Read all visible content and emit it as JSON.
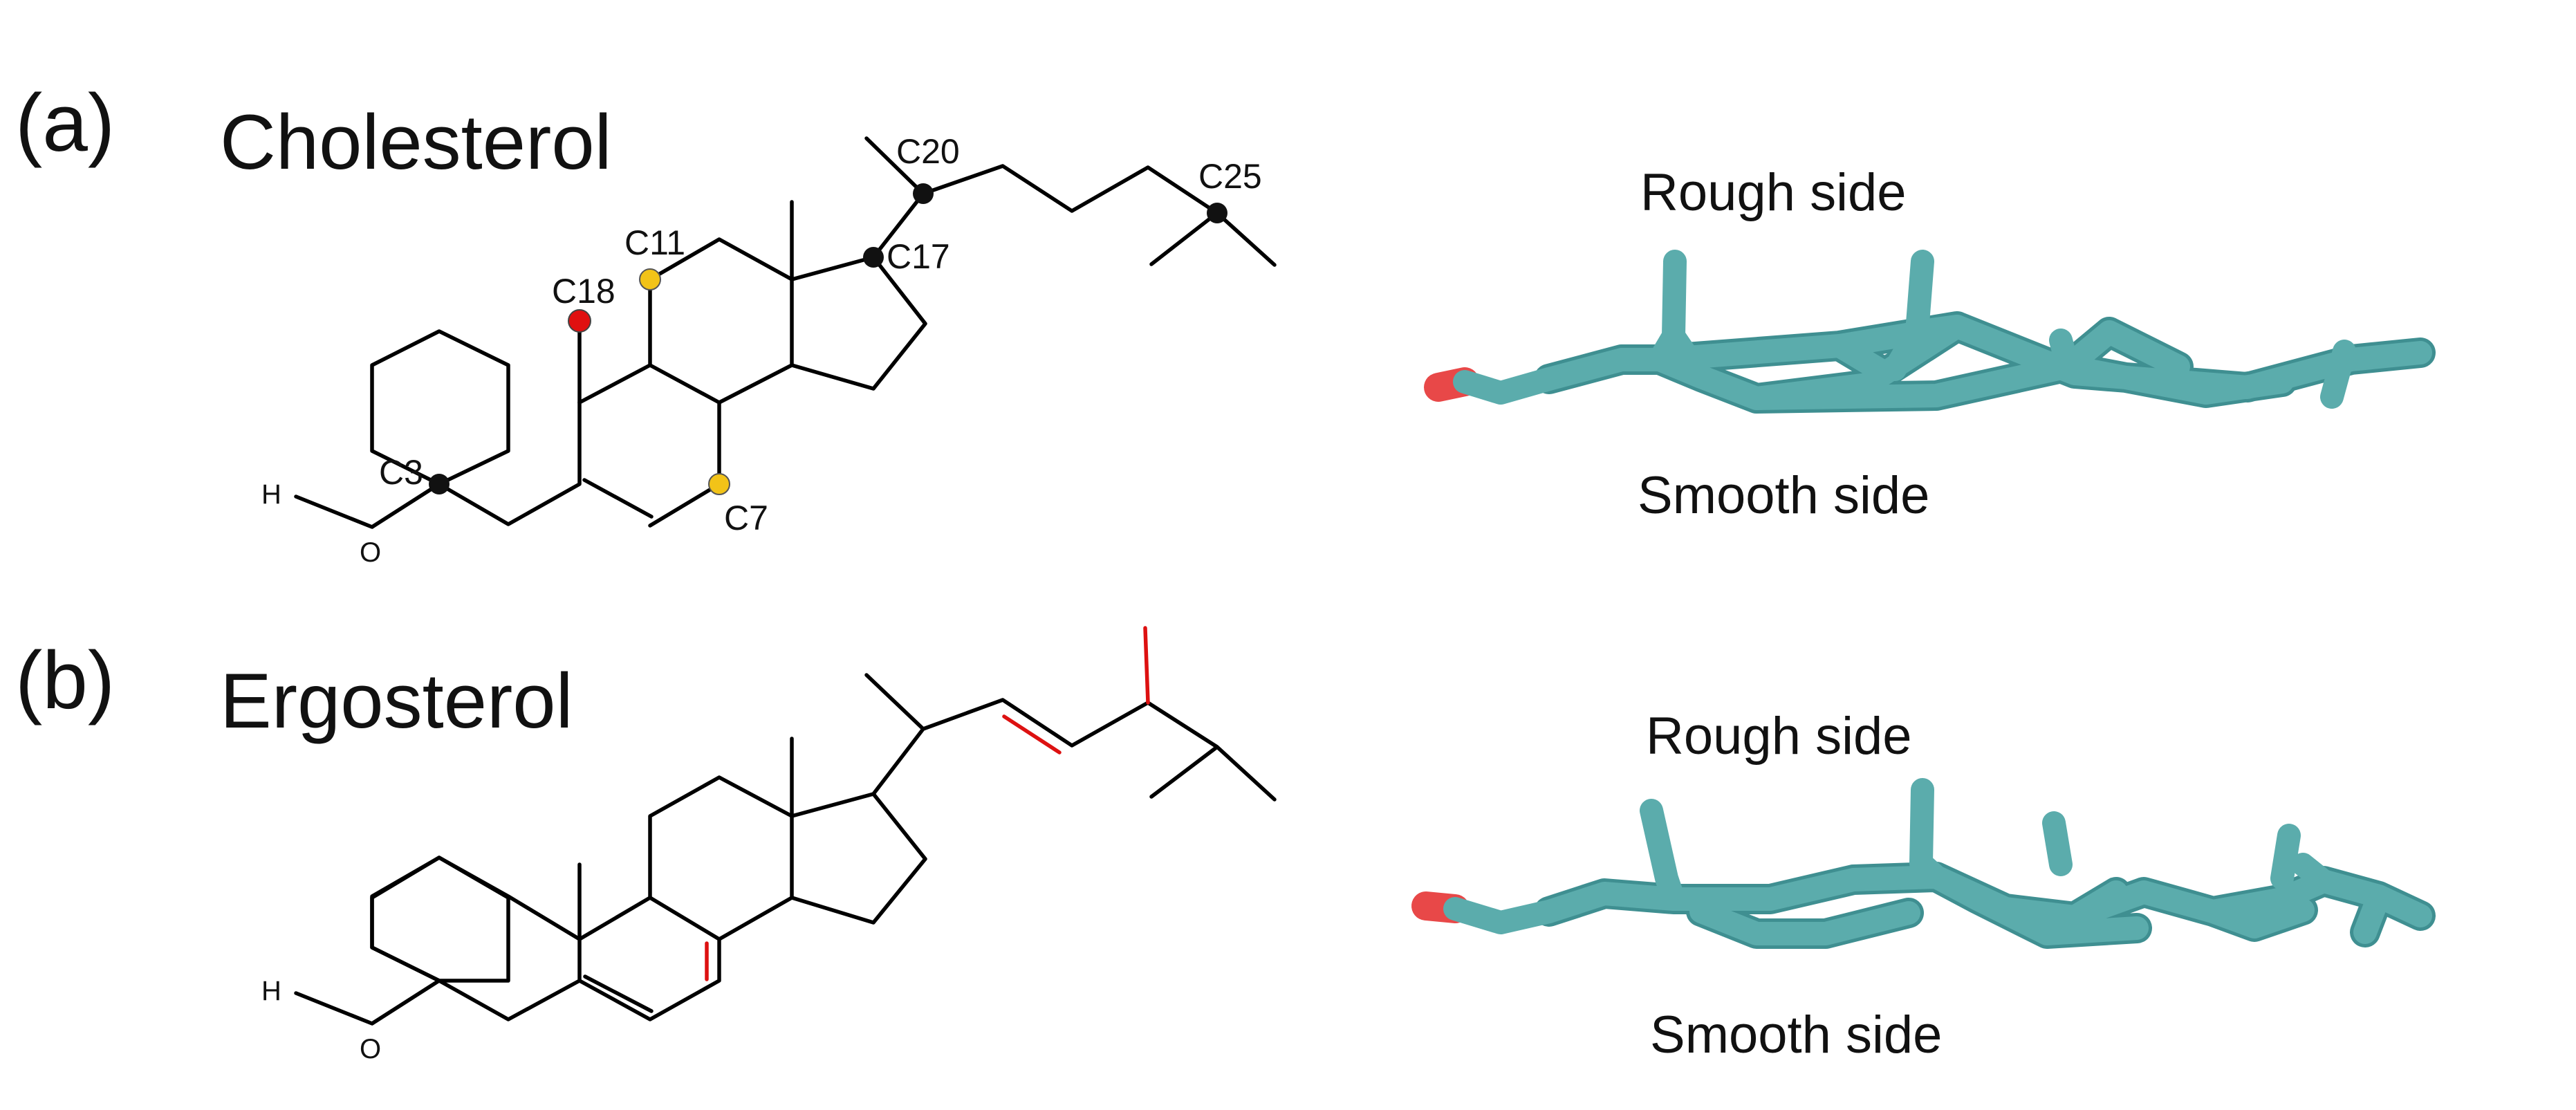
{
  "panels": [
    {
      "label": "(a)",
      "molecule": "Cholesterol",
      "atom_labels": {
        "c3": "C3",
        "c7": "C7",
        "c11": "C11",
        "c17": "C17",
        "c18": "C18",
        "c20": "C20",
        "c25": "C25"
      },
      "hydroxyl": {
        "h": "H",
        "o": "O"
      },
      "rough_side": "Rough side",
      "smooth_side": "Smooth side"
    },
    {
      "label": "(b)",
      "molecule": "Ergosterol",
      "hydroxyl": {
        "h": "H",
        "o": "O"
      },
      "rough_side": "Rough side",
      "smooth_side": "Smooth side"
    }
  ],
  "colors": {
    "bond": "#000000",
    "highlight_bond": "#dd1111",
    "marker_black": "#111111",
    "marker_red": "#e01010",
    "marker_yellow": "#f2c318",
    "stick_model": "#5bacac",
    "stick_model_dark": "#3f8f91",
    "oxygen": "#e84848"
  }
}
